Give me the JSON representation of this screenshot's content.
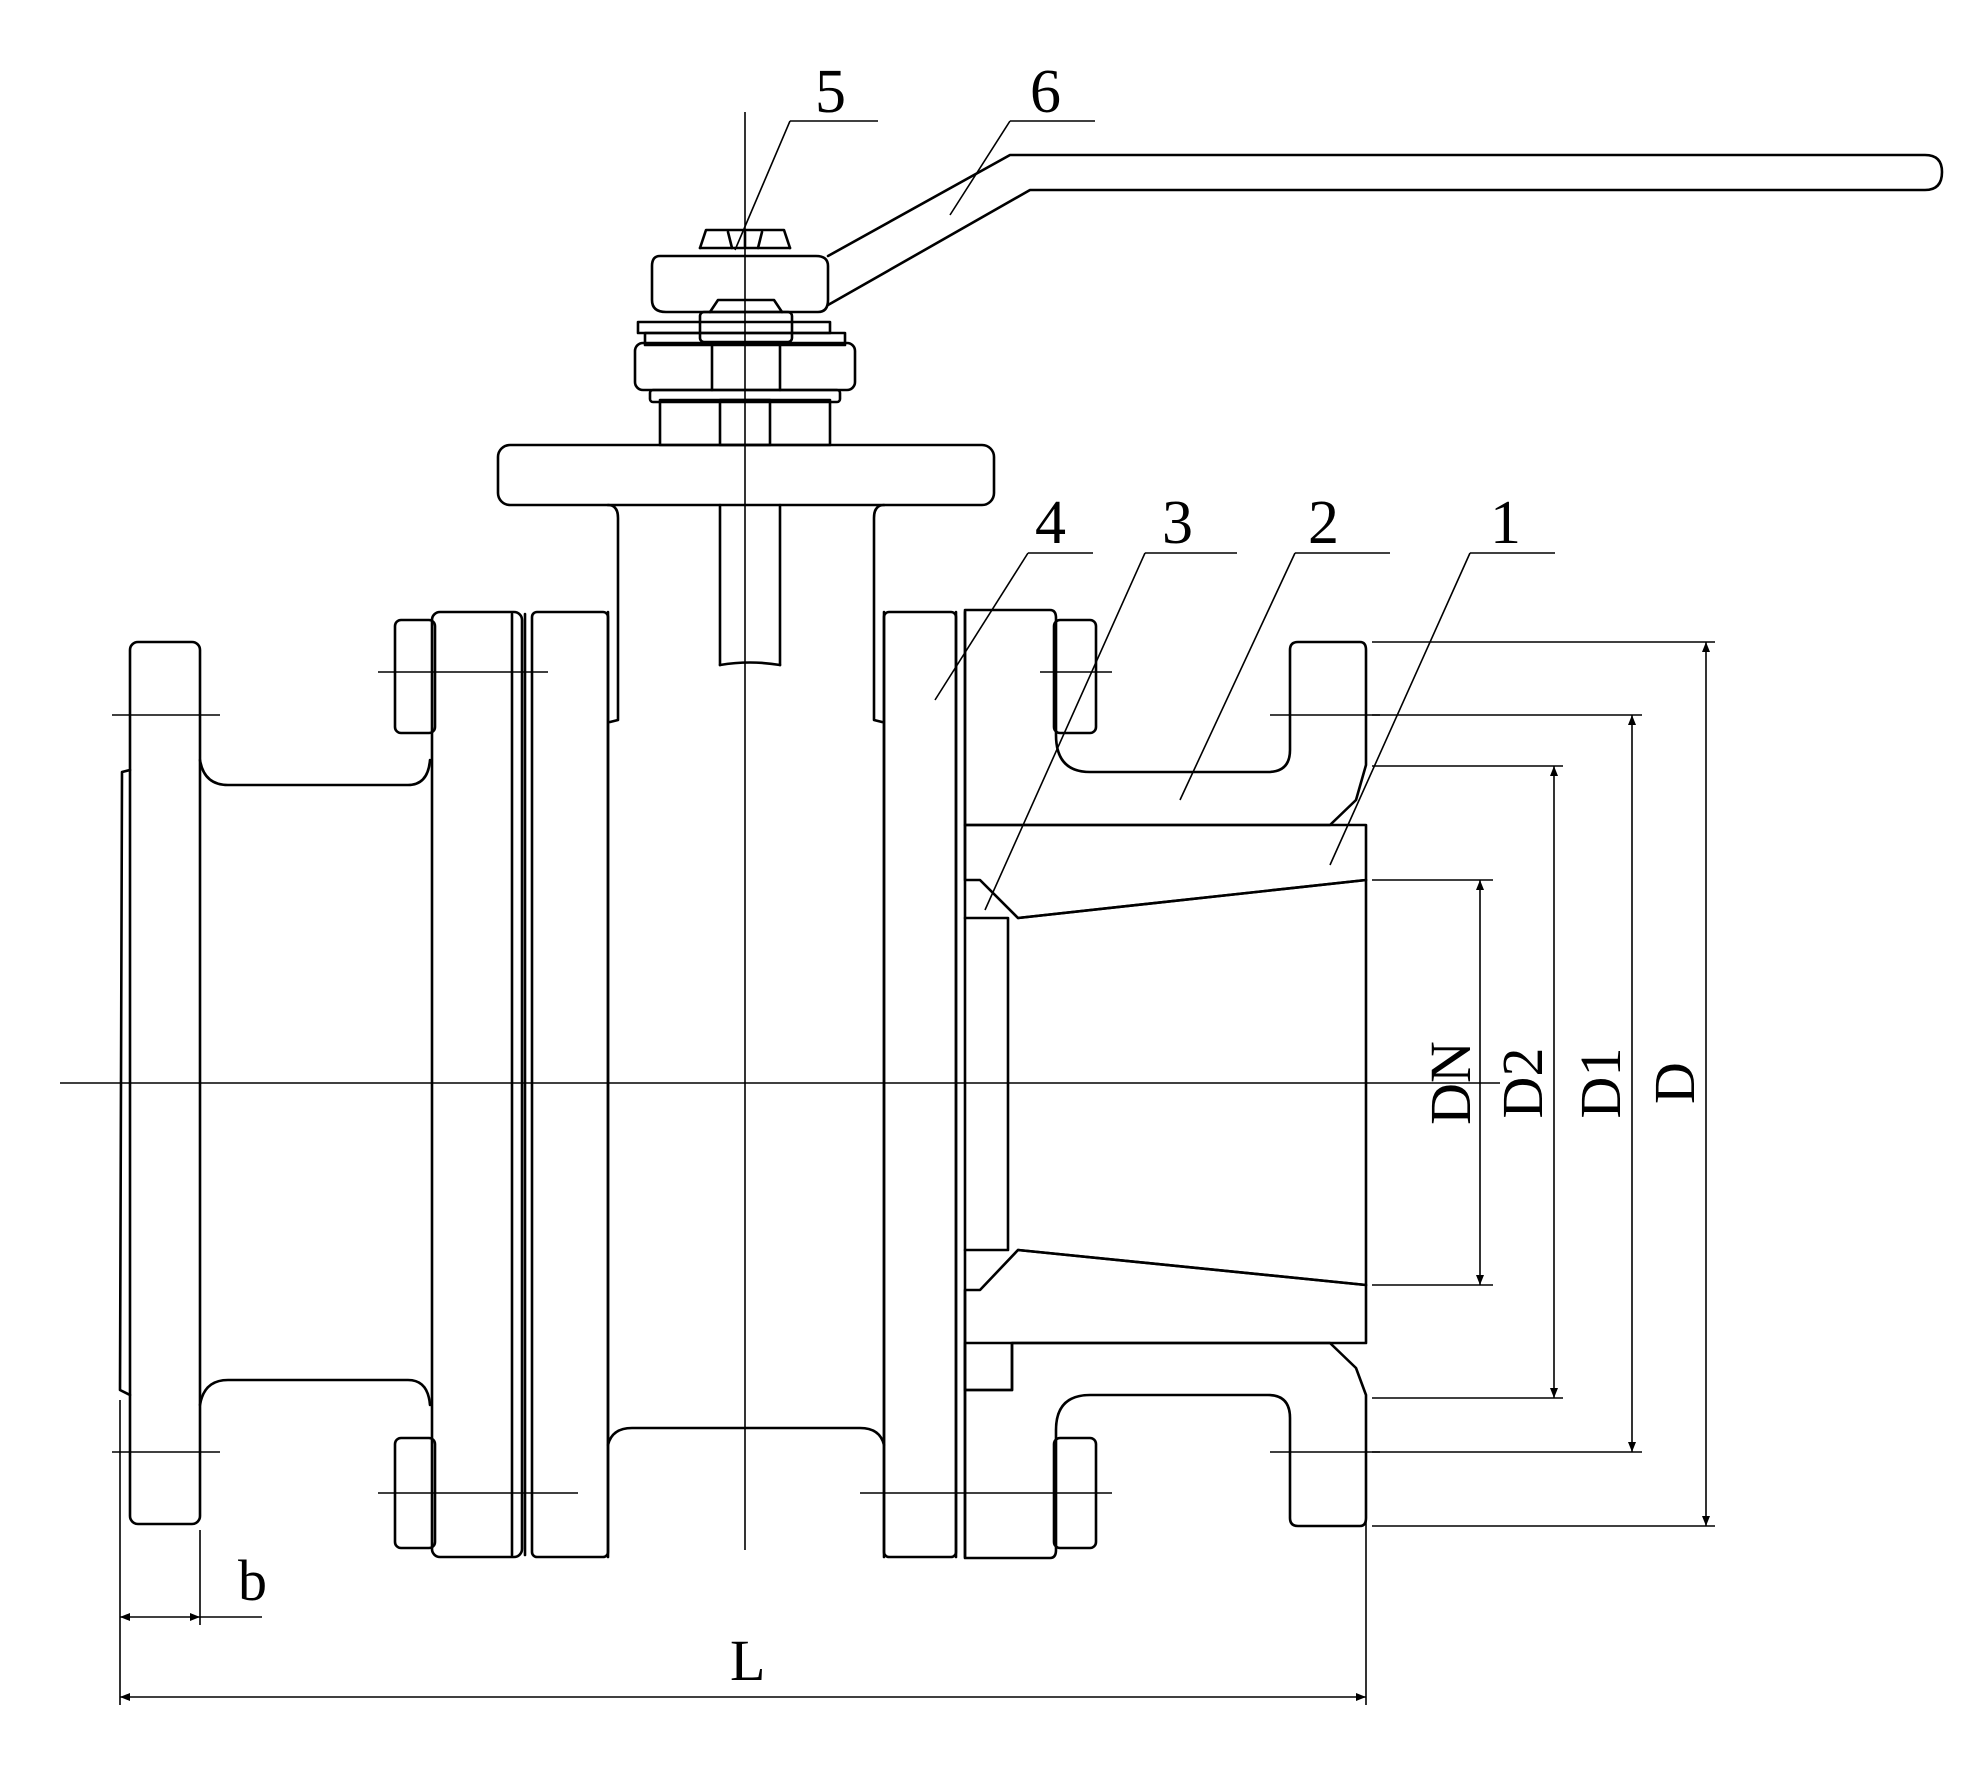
{
  "parts": [
    "1",
    "2",
    "3",
    "4",
    "5",
    "6"
  ],
  "dimensions": {
    "dn": "DN",
    "d2": "D2",
    "d1": "D1",
    "d": "D",
    "b": "b",
    "l": "L"
  },
  "colors": {
    "line": "#000000",
    "background": "#ffffff"
  }
}
